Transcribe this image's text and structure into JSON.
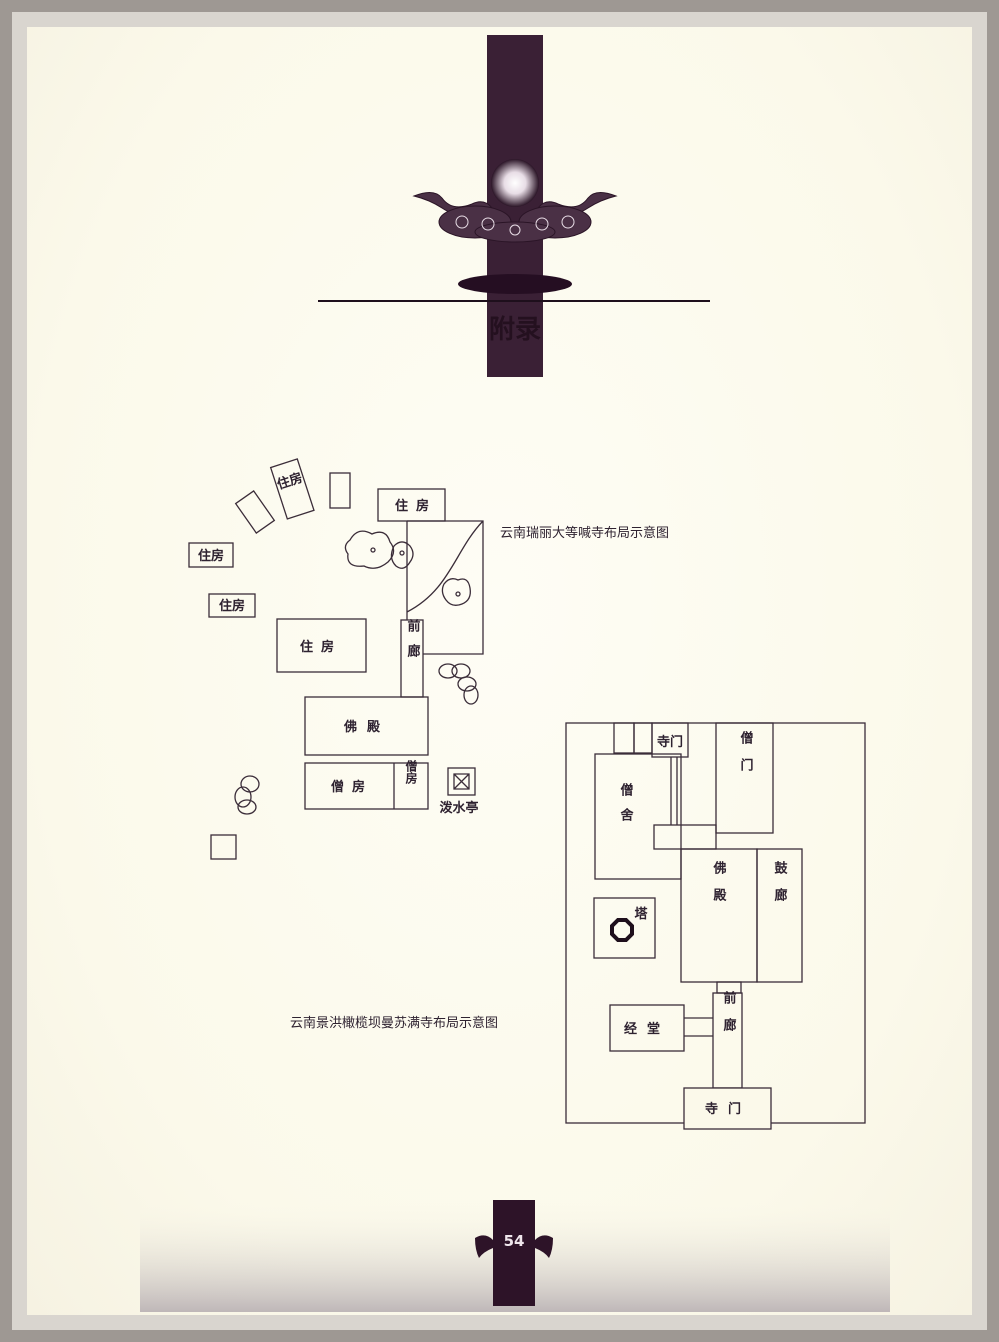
{
  "header": {
    "title": "附录"
  },
  "page_number": "54",
  "colors": {
    "ink": "#3a2035",
    "paper": "#fbf9ea",
    "border": "#9e9893"
  },
  "diagram1": {
    "caption": "云南瑞丽大等喊寺布局示意图",
    "labels": {
      "zhufang_a": "住房",
      "zhufang_b": "住房",
      "zhufang_c": "住房",
      "zhufang_d": "住房",
      "zhufang_e": "住房",
      "qianlang": "前廊",
      "fodian": "佛殿",
      "sengfang": "僧房",
      "sengfang_small": "僧房",
      "poshuiting": "泼水亭"
    }
  },
  "diagram2": {
    "caption": "云南景洪橄榄坝曼苏满寺布局示意图",
    "labels": {
      "simen_top": "寺门",
      "sengshe": "僧舍",
      "sengmen": "僧门",
      "fodian": "佛殿",
      "gulang": "鼓廊",
      "ta": "塔",
      "jingtang": "经堂",
      "qianlang": "前廊",
      "simen_bottom": "寺门"
    }
  }
}
